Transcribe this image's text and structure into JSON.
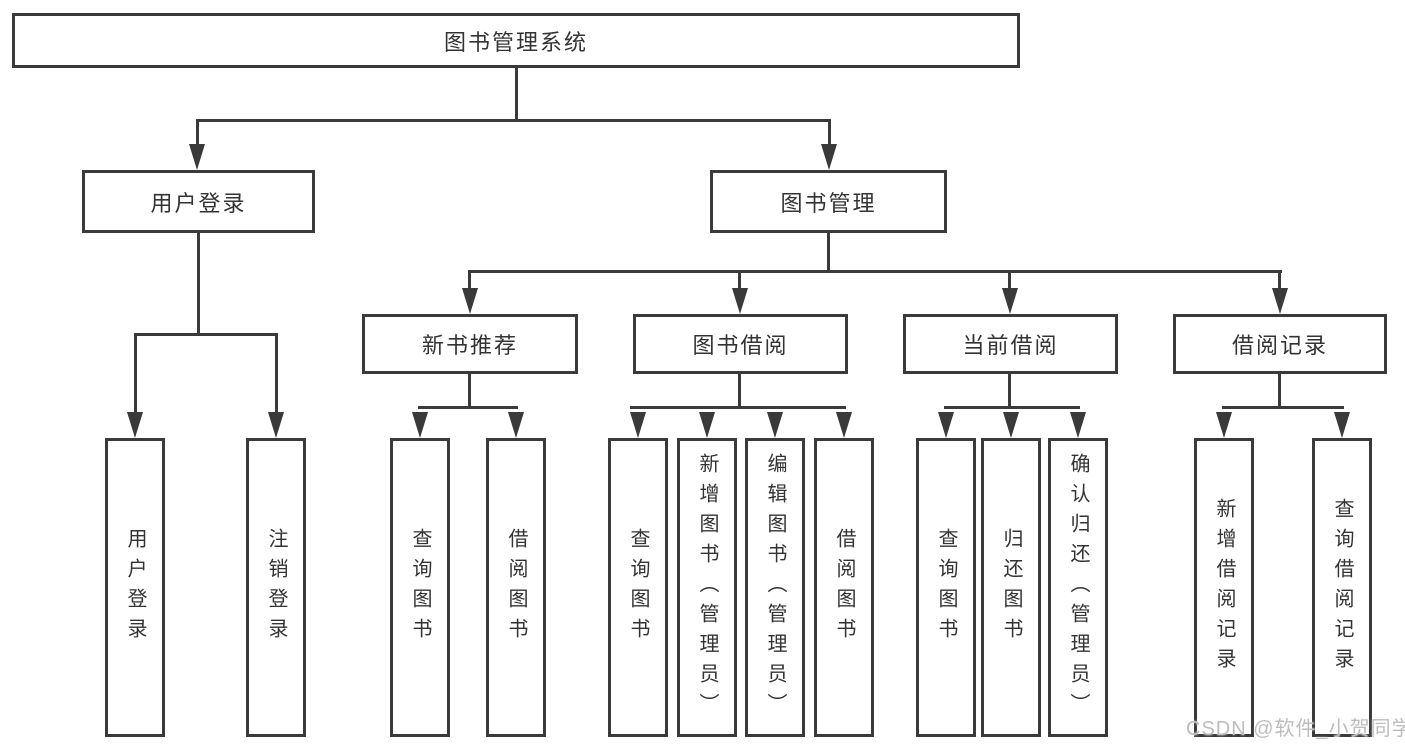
{
  "diagram": {
    "type": "hierarchy-diagram",
    "title": "图书管理系统",
    "colors": {
      "line": "#3a3a3a",
      "text": "#333333",
      "background": "#ffffff",
      "watermark": "#bdbdbd"
    },
    "tree": {
      "root": {
        "label": "图书管理系统"
      },
      "level2": [
        {
          "label": "用户登录"
        },
        {
          "label": "图书管理"
        }
      ],
      "level3": [
        {
          "label": "新书推荐",
          "parent": "图书管理"
        },
        {
          "label": "图书借阅",
          "parent": "图书管理"
        },
        {
          "label": "当前借阅",
          "parent": "图书管理"
        },
        {
          "label": "借阅记录",
          "parent": "图书管理"
        }
      ],
      "leaves": [
        {
          "label": "用户登录",
          "parent": "用户登录"
        },
        {
          "label": "注销登录",
          "parent": "用户登录"
        },
        {
          "label": "查询图书",
          "parent": "新书推荐"
        },
        {
          "label": "借阅图书",
          "parent": "新书推荐"
        },
        {
          "label": "查询图书",
          "parent": "图书借阅"
        },
        {
          "label": "新增图书（管理员）",
          "parent": "图书借阅"
        },
        {
          "label": "编辑图书（管理员）",
          "parent": "图书借阅"
        },
        {
          "label": "借阅图书",
          "parent": "图书借阅"
        },
        {
          "label": "查询图书",
          "parent": "当前借阅"
        },
        {
          "label": "归还图书",
          "parent": "当前借阅"
        },
        {
          "label": "确认归还（管理员）",
          "parent": "当前借阅"
        },
        {
          "label": "新增借阅记录",
          "parent": "借阅记录"
        },
        {
          "label": "查询借阅记录",
          "parent": "借阅记录"
        }
      ]
    },
    "watermark": "CSDN @软件_小贺同学"
  }
}
